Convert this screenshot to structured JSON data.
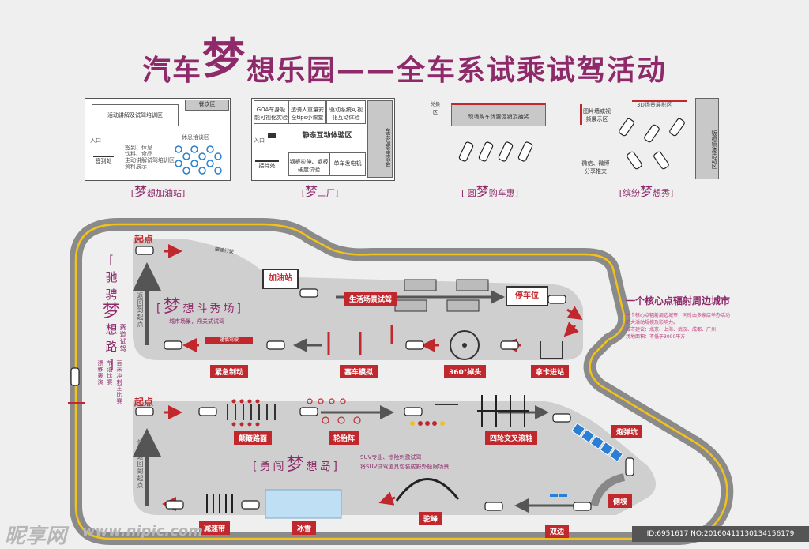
{
  "title": {
    "pre": "汽车",
    "mid": "梦",
    "post": "想乐园——全车系试乘试驾活动"
  },
  "zones": {
    "z1": {
      "caption_l": "[",
      "caption_m": "梦",
      "caption_r": "想加油站]",
      "activity": "活动讲解及试驾培训区",
      "dining": "餐饮区",
      "rest": "休息洽谈区",
      "entrance": "入口",
      "signin": "签到处",
      "list": [
        "签到、休息",
        "饮料、食品",
        "主动讲解试驾培训区",
        "资料展示"
      ]
    },
    "z2": {
      "caption_l": "[",
      "caption_m": "梦",
      "caption_r": "工厂]",
      "goa": "GOA车身吸能可视化实验",
      "tips": "透骑人重量安全tips小课堂",
      "vis": "驱动系统可视化互动体验",
      "static": "静态互动体验区",
      "side": "车展品茶座谈会",
      "entrance": "入口",
      "reception": "接待处",
      "plate": "钢板拉伸、钢板硬度试验",
      "single": "单车发电机"
    },
    "z3": {
      "caption_l": "[ 圆",
      "caption_m": "梦",
      "caption_r": "购车惠]",
      "bar": "现场购车优惠促销及抽奖",
      "side": "兑换区"
    },
    "z4": {
      "caption_l": "[缤纷",
      "caption_m": "梦",
      "caption_r": "想秀]",
      "photo": "图片墙或视频展示区",
      "model": "3D场景展影区",
      "side": "钣喷喷漆活动区",
      "micro": "微信、微博分享推文"
    }
  },
  "track": {
    "start1": "起点",
    "start2": "起点",
    "gas": "加油站",
    "parking": "停车位",
    "life": "生活场景试驾",
    "upper_title_l": "[",
    "upper_title_m": "梦",
    "upper_title_r": "想斗秀场]",
    "upper_sub": "城市场景，闯关式试驾",
    "lower_title_l": "[勇闯",
    "lower_title_m": "梦",
    "lower_title_r": "想岛]",
    "lower_sub1": "SUV专业、惊险刺激试驾",
    "lower_sub2": "将SUV试驾道具包装成野外极限场景",
    "emergency": "紧急制动",
    "slalom": "塞车模拟",
    "turn360": "360°掉头",
    "card": "拿卡进站",
    "bumpy": "颠簸路面",
    "tire": "轮胎阵",
    "axle": "四轮交叉滚轴",
    "bullet": "炮弹坑",
    "slope": "侧坡",
    "double": "双边",
    "hump": "驼峰",
    "ice": "冰雪",
    "speedbump": "减速带",
    "return1": "低速返回到起点",
    "return2": "低速返回到起点",
    "turn_sign": "谨慎驾驶",
    "speed_sign": "限速行驶"
  },
  "left": {
    "bracket_top": "[",
    "chars": [
      "驰",
      "骋",
      "梦",
      "想",
      "路"
    ],
    "bracket_bot": "]",
    "race": "赛道试驾",
    "col1": "百米冲刺王比赛",
    "col2": "节油比赛",
    "col3": "漂移表演"
  },
  "right": {
    "title": "一个核心点辐射周边城市",
    "lines": [
      "一个核心点辐射周边城市，同时由多家店举办活动",
      "扩大活动规模及影响力。",
      "城市建议：北京、上海、武汉、成都、广州",
      "场地面积：不低于3000平方"
    ]
  },
  "watermark": {
    "brand": "昵享网",
    "url": "www.nipic.com",
    "id": "ID:6951617 NO:20160411130134156179"
  }
}
